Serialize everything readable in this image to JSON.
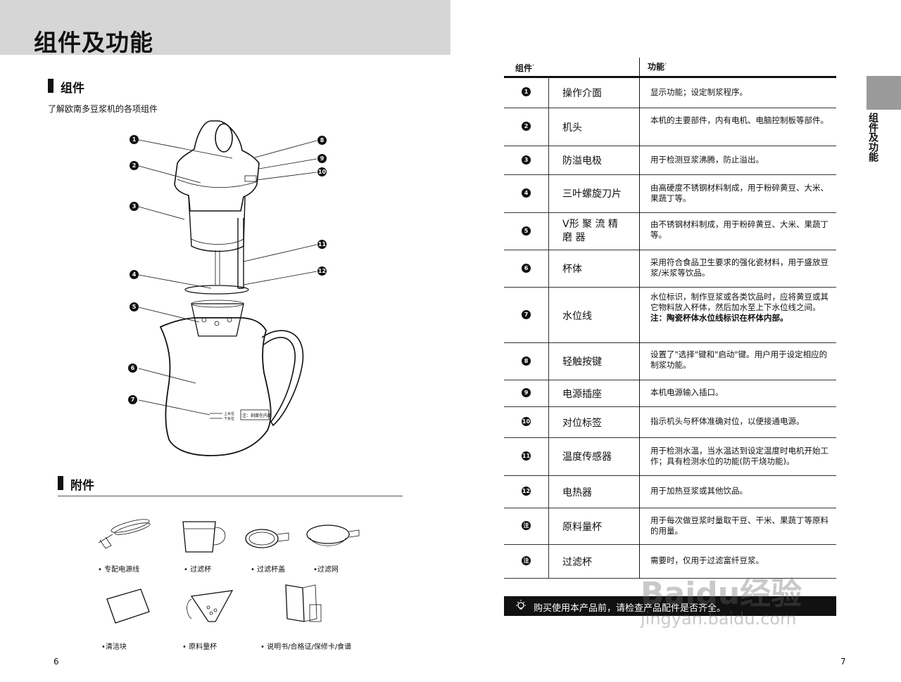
{
  "left_page": {
    "title": "组件及功能",
    "section_components": "组件",
    "components_desc": "了解欧南多豆浆机的各项组件",
    "section_accessories": "附件",
    "callouts": [
      "1",
      "2",
      "3",
      "4",
      "5",
      "6",
      "7",
      "8",
      "9",
      "10",
      "11",
      "12"
    ],
    "level_label_high": "上水位",
    "level_label_low": "下水位",
    "level_note": "注：刻度在内部",
    "accessories": [
      "• 专配电源线",
      "•  过滤杯",
      "• 过滤杯盖",
      "•过滤网",
      "•清洁块",
      "•  原料量杯",
      "•  说明书/合格证/保修卡/食谱"
    ],
    "page_number": "6"
  },
  "right_page": {
    "header_component": "组件",
    "header_function": "功能",
    "header_mark": "*",
    "rows": [
      {
        "num": "1",
        "name": "操作介面",
        "func": "显示功能；设定制浆程序。"
      },
      {
        "num": "2",
        "name": "机头",
        "func": "本机的主要部件，内有电机、电脑控制板等部件。"
      },
      {
        "num": "3",
        "name": "防溢电极",
        "func": "用于检测豆浆沸腾，防止溢出。"
      },
      {
        "num": "4",
        "name": "三叶螺旋刀片",
        "func": "由高硬度不锈钢材料制成，用于粉碎黄豆、大米、果蔬丁等。"
      },
      {
        "num": "5",
        "name": "V形 聚 流 精 磨 器",
        "func": "由不锈钢材料制成，用于粉碎黄豆、大米、果蔬丁等。"
      },
      {
        "num": "6",
        "name": "杯体",
        "func": "采用符合食品卫生要求的强化瓷材料，用于盛放豆浆/米浆等饮品。"
      },
      {
        "num": "7",
        "name": "水位线",
        "func": "水位标识，制作豆浆或各类饮品时，应将黄豆或其它物料放入杯体，然后加水至上下水位线之间。",
        "note": "注：陶瓷杯体水位线标识在杯体内部。"
      },
      {
        "num": "8",
        "name": "轻触按键",
        "func": "设置了\"选择\"键和\"启动\"键。用户用于设定相应的制浆功能。"
      },
      {
        "num": "9",
        "name": "电源插座",
        "func": "本机电源输入插口。"
      },
      {
        "num": "10",
        "name": "对位标签",
        "func": "指示机头与杯体准确对位，以便接通电源。"
      },
      {
        "num": "11",
        "name": "温度传感器",
        "func": "用于检测水温，当水温达到设定温度时电机开始工作；具有检测水位的功能(防干烧功能)。"
      },
      {
        "num": "12",
        "name": "电热器",
        "func": "用于加热豆浆或其他饮品。"
      },
      {
        "num": "注",
        "name": "原料量杯",
        "func": "用于每次做豆浆时量取干豆、干米、果蔬丁等原料的用量。"
      },
      {
        "num": "注",
        "name": "过滤杯",
        "func": "需要时，仅用于过滤富纤豆浆。"
      }
    ],
    "tip": "购买使用本产品前，请检查产品配件是否齐全。",
    "side_tab": "组件及功能",
    "page_number": "7"
  },
  "watermark": {
    "line1": "Baidu经验",
    "line2": "jingyan.baidu.com"
  }
}
